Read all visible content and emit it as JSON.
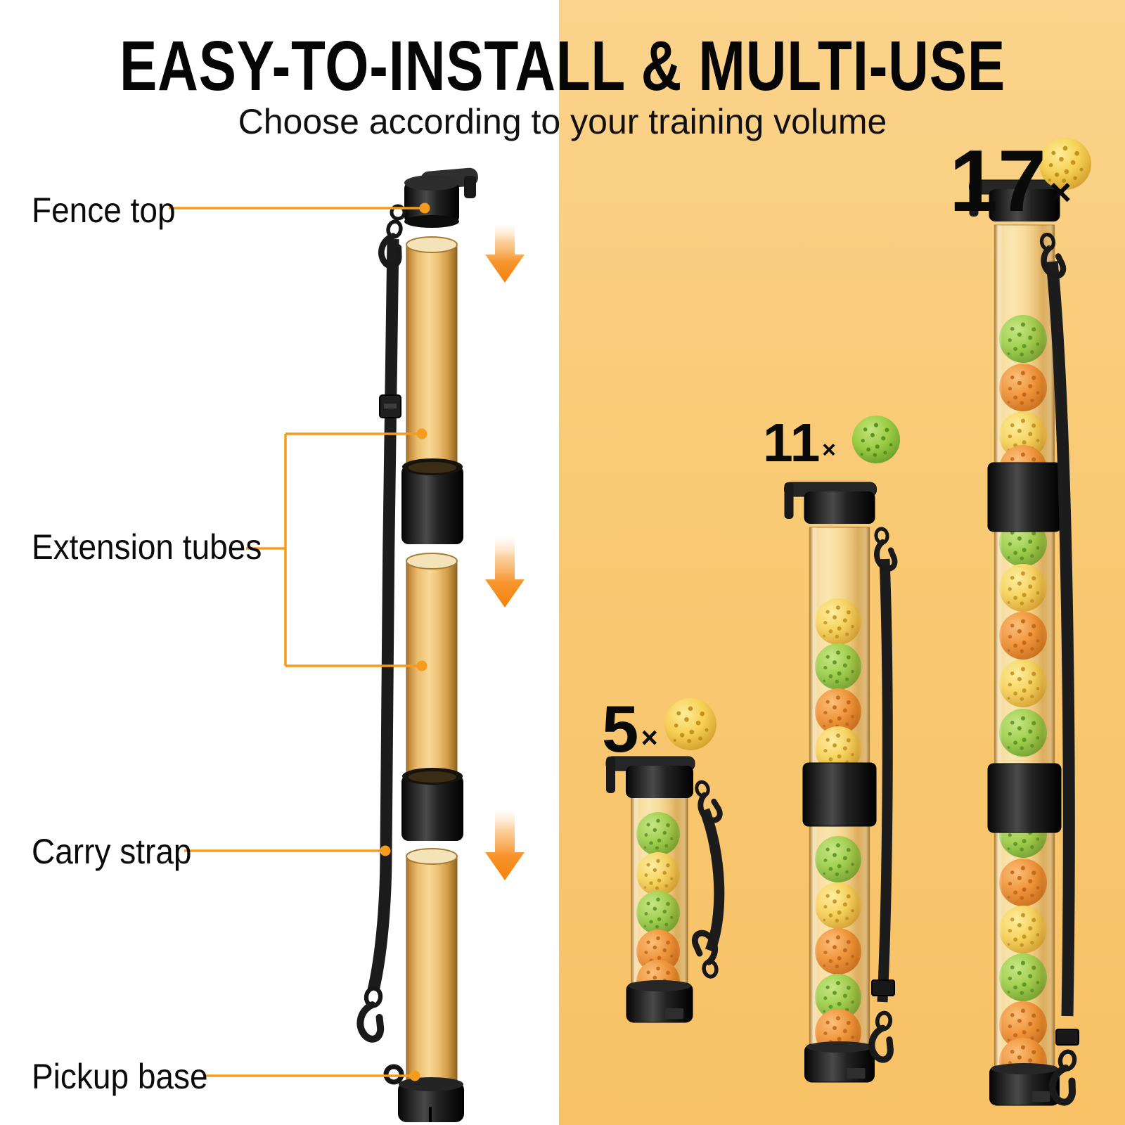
{
  "header": {
    "title": "EASY-TO-INSTALL & MULTI-USE",
    "subtitle": "Choose according to your training volume"
  },
  "part_labels": [
    {
      "id": "fence-top",
      "text": "Fence top"
    },
    {
      "id": "extension-tubes",
      "text": "Extension tubes"
    },
    {
      "id": "carry-strap",
      "text": "Carry strap"
    },
    {
      "id": "pickup-base",
      "text": "Pickup base"
    }
  ],
  "options": [
    {
      "count": "5",
      "times": "×",
      "sample_ball": "yellow",
      "balls_visible": [
        [
          "green",
          "yellow",
          "green",
          "orange",
          "orange"
        ]
      ]
    },
    {
      "count": "11",
      "times": "×",
      "sample_ball": "green",
      "balls_visible": [
        [
          "yellow",
          "green",
          "orange",
          "yellow"
        ],
        [
          "green",
          "yellow",
          "orange",
          "green",
          "orange"
        ]
      ]
    },
    {
      "count": "17",
      "times": "×",
      "sample_ball": "yellow",
      "balls_visible": [
        [
          "green",
          "orange",
          "yellow",
          "orange"
        ],
        [
          "green",
          "yellow",
          "orange",
          "yellow",
          "green"
        ],
        [
          "green",
          "orange",
          "yellow",
          "green",
          "orange",
          "orange"
        ]
      ]
    }
  ],
  "palette": {
    "accent_leader": "#F59C1E",
    "bg_orange_top": "#FBD38C",
    "bg_orange_bottom": "#F8C166",
    "plastic_black": "#1A1A1A",
    "tube_amber": "#E8B868",
    "ball_green": "#9BCD45",
    "ball_green_dot": "#4E8A17",
    "ball_yellow": "#F7D155",
    "ball_yellow_dot": "#BC8A16",
    "ball_orange": "#F08E2F",
    "ball_orange_dot": "#BB5A0B"
  }
}
